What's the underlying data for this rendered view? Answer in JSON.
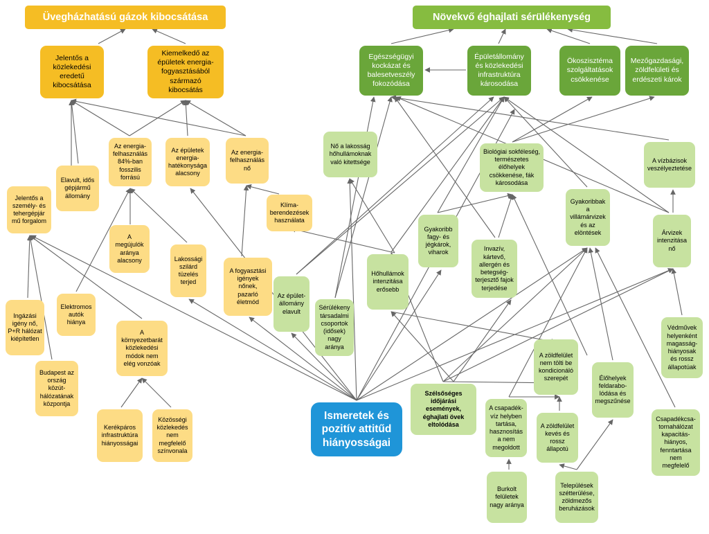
{
  "colors": {
    "orange": "#f5bd24",
    "orange_light": "#fddc85",
    "green": "#86bc40",
    "green_dark": "#6aa63a",
    "green_light": "#c7e2a0",
    "blue": "#1f95d8",
    "arrow": "#666666"
  },
  "nodes": {
    "ghg": "Üvegházhatású gázok kibocsátása",
    "vuln": "Növekvő éghajlati sérülékenység",
    "transport_em": "Jelentős a\nközlekedési\neredetű\nkibocsátása",
    "building_em": "Kiemelkedő az\népületek energia-\nfogyasztásából\nszármazó\nkibocsátás",
    "fossil": "Az energia-\nfelhasználás\n84%-ban\nfosszilis\nforrású",
    "efficiency": "Az épületek\nenergia-\nhatékonysága\nalacsony",
    "energy_use": "Az energia-\nfelhasználás\nnő",
    "old_vehicles": "Elavult, idős\ngépjármű\nállomány",
    "traffic": "Jelentős a\nszemély- és\ntehergépjár\nmű forgalom",
    "ac": "Klíma-\nberendezések\nhasználata",
    "renewables": "A\nmegújulók\naránya\nalacsony",
    "solid_fuel": "Lakossági\nszilárd\ntüzelés\nterjed",
    "consumption": "A fogyasztási\nigények\nnőnek,\npazarló\néletmód",
    "commuting": "Ingázási\nigény nő,\nP+R hálózat\nkiépítetlen",
    "ev": "Elektromos\nautók\nhiánya",
    "green_transport": "A\nkörnyezetbarát\nközlekedési\nmódok nem\nelég vonzóak",
    "budapest": "Budapest az\nország\nközút-\nhálózatának\nközpontja",
    "bike": "Kerékpáros\ninfrastruktúra\nhiányosságai",
    "public_transport": "Közösségi\nközlekedés\nnem\nmegfelelő\nszínvonala",
    "knowledge": "Ismeretek és\npozitív attitűd\nhiányosságai",
    "health": "Egészségügyi\nkockázat és\nbalesetveszély\nfokozódása",
    "infra": "Épületállomány\nés közlekedési\ninfrastruktúra\nkárosodása",
    "ecosystem": "Ökoszisztéma\nszolgáltatások\ncsökkenése",
    "agri": "Mezőgazdasági,\nzöldfelületi és\nerdészeti károk",
    "heat_exposure": "Nő a lakosság\nhőhullámoknak\nvaló kitettsége",
    "biodiversity": "Biológiai sokféleség,\ntermészetes\nélőhelyek\ncsökkenése, fák\nkárosodása",
    "water_threat": "A vízbázisok\nveszélyeztetése",
    "frost": "Gyakoribb\nfagy- és\njégkárok,\nviharok",
    "invasive": "Invazív,\nkártevő,\nallergén és\nbetegség-\nterjesztő fajok\nterjedése",
    "flash_floods": "Gyakoribbak\na\nvillámárvizek\nés az\nelöntések",
    "floods": "Árvizek\nintenzitása\nnő",
    "old_buildings": "Az épület-\nállomány\nelavult",
    "vulnerable_groups": "Sérülékeny\ntársadalmi\ncsoportok\n(idősek)\nnagy\naránya",
    "heatwaves": "Hőhullámok\nintenzitása\nerősebb",
    "green_cooling": "A zöldfelület\nnem tölti be\nkondicionáló\nszerepét",
    "dikes": "Védművek\nhelyenként\nmagasság-\nhiányosak\nés rossz\nállapotúak",
    "extreme": "Szélsőséges időjárási\nesemények,\néghajlati övek\neltolódása",
    "rainwater": "A csapadék-\nvíz helyben\ntartása,\nhasznosítás\na nem\nmegoldott",
    "green_few": "A zöldfelület\nkevés és\nrossz\nállapotú",
    "habitat": "Élőhelyek\nfeldarabo-\nlódása és\nmegszűnése",
    "drainage": "Csapadékcsa-\ntornahálózat\nkapacitás-\nhiányos,\nfenntartása\nnem\nmegfelelő",
    "paved": "Burkolt\nfelületek\nnagy aránya",
    "sprawl": "Települések\nszétterülése,\nzöldmezős\nberuházások"
  }
}
